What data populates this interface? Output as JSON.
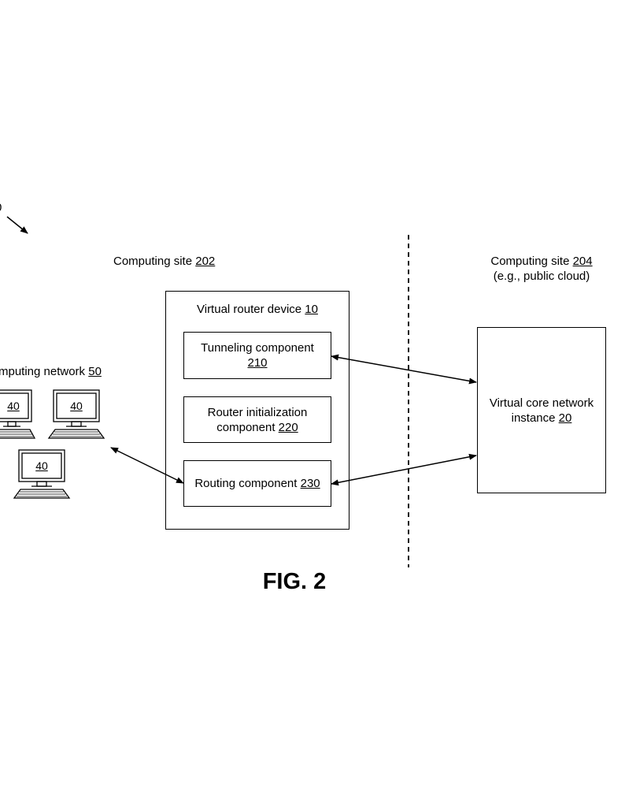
{
  "fig_ref_number": "0",
  "site_202": {
    "label": "Computing site",
    "number": "202"
  },
  "site_204": {
    "label": "Computing site",
    "number": "204",
    "note": "(e.g., public cloud)"
  },
  "router_device": {
    "label": "Virtual router device",
    "number": "10"
  },
  "tunneling": {
    "label": "Tunneling component",
    "number": "210"
  },
  "router_init": {
    "line1": "Router initialization",
    "line2_label": "component",
    "number": "220"
  },
  "routing": {
    "label": "Routing component",
    "number": "230"
  },
  "core_network": {
    "line1": "Virtual core network",
    "line2_label": "instance",
    "number": "20"
  },
  "computing_network": {
    "label": "mputing network",
    "number": "50"
  },
  "computers": [
    {
      "number": "40"
    },
    {
      "number": "40"
    },
    {
      "number": "40"
    }
  ],
  "figure_caption": "FIG. 2"
}
